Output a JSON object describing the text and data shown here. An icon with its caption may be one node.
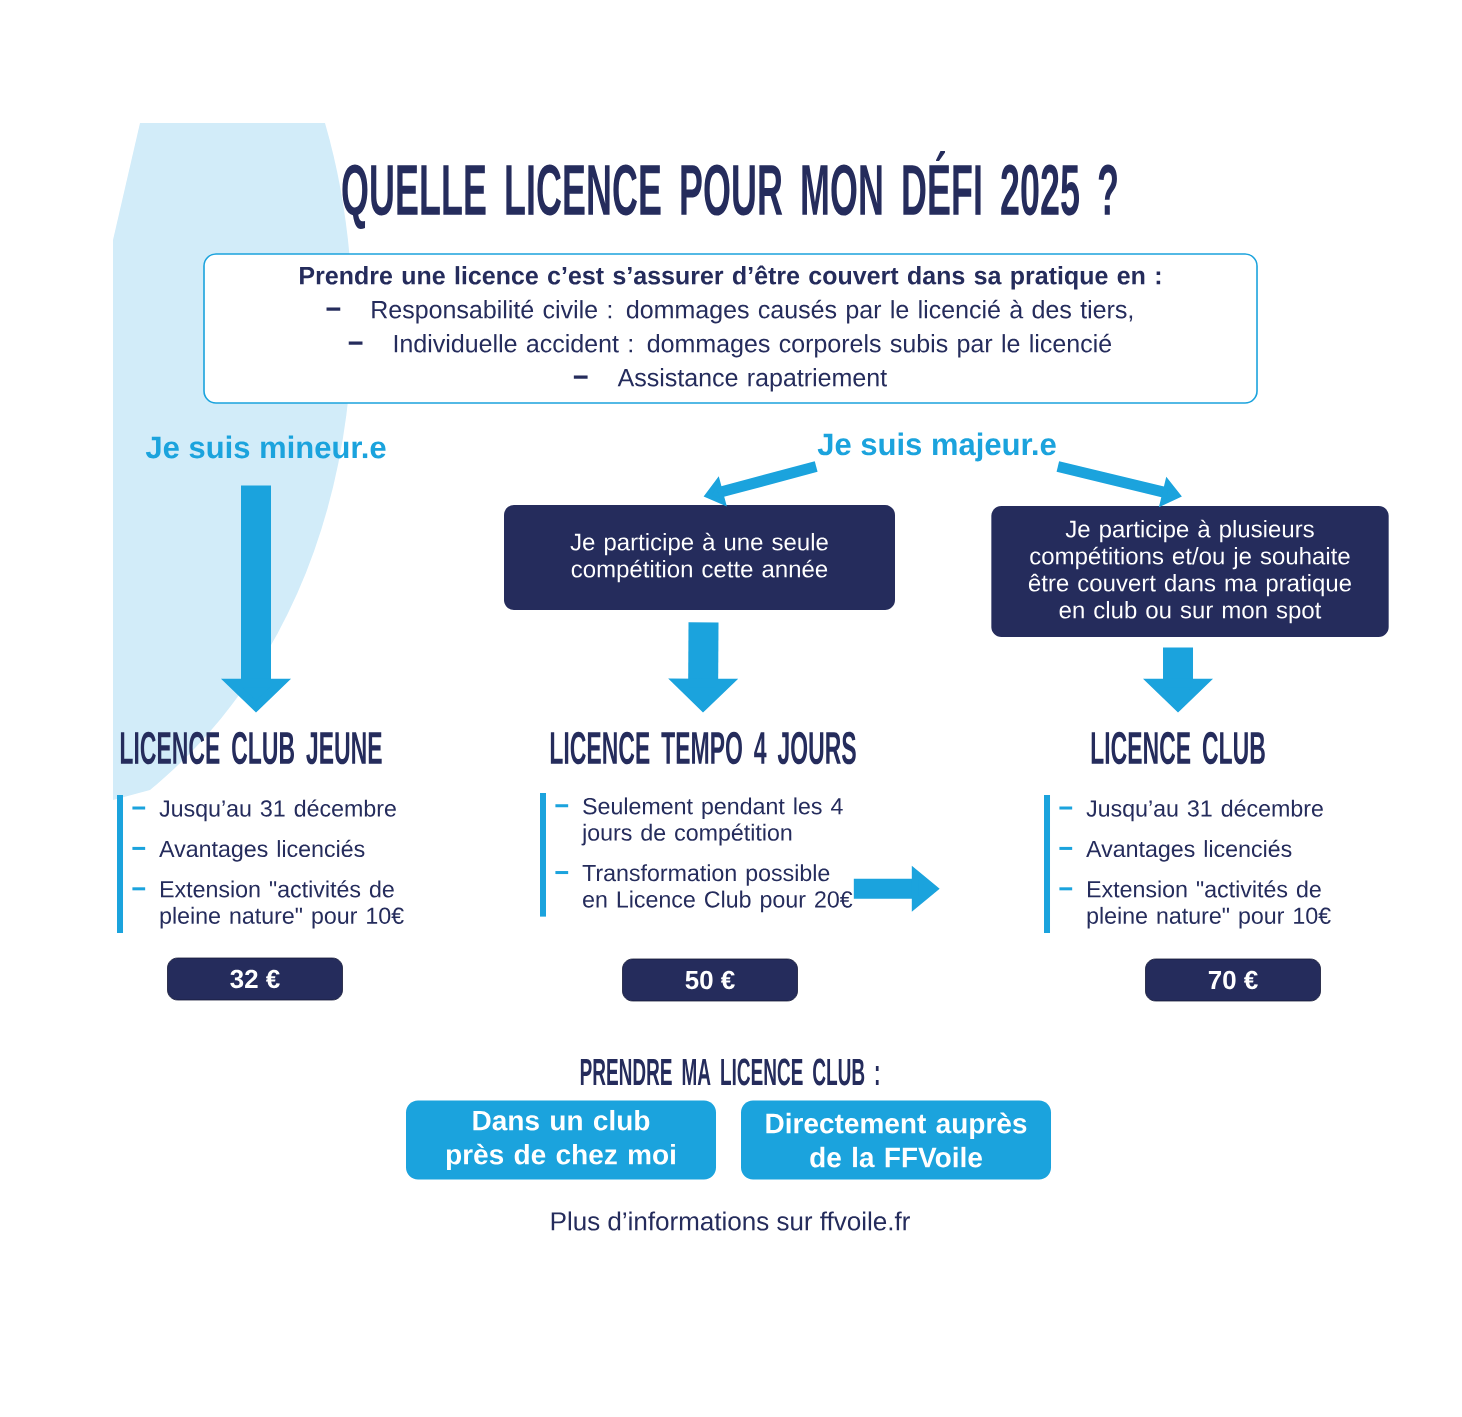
{
  "diagram": {
    "title": "QUELLE LICENCE POUR MON DÉFI 2025 ?",
    "nodes": [
      {
        "text": [
          "Prendre une licence c’est s’assurer d’être couvert dans sa pratique en :",
          "Responsabilité civile : dommages causés par le licencié à des tiers,",
          "Individuelle accident : dommages corporels subis par le licencié",
          "Assistance rapatriement"
        ]
      },
      {
        "text": [
          "Je suis mineur.e"
        ]
      },
      {
        "text": [
          "Je suis majeur.e"
        ]
      },
      {
        "text": [
          "Je participe à une seule compétition cette année"
        ]
      },
      {
        "text": [
          "Je participe à plusieurs compétitions et/ou je souhaite être couvert dans ma pratique en club ou sur mon spot"
        ]
      },
      {
        "text": [
          "LICENCE CLUB JEUNE"
        ]
      },
      {
        "text": [
          "LICENCE TEMPO 4 JOURS"
        ]
      },
      {
        "text": [
          "LICENCE CLUB"
        ]
      },
      {
        "text": [
          "Jusqu’au 31 décembre",
          "Avantages licenciés",
          "Extension \"activités de pleine nature\" pour 10€"
        ]
      },
      {
        "text": [
          "Seulement pendant les 4 jours de compétition",
          "Transformation possible en Licence Club pour 20€"
        ]
      },
      {
        "text": [
          "Jusqu’au 31 décembre",
          "Avantages licenciés",
          "Extension \"activités de pleine nature\" pour 10€"
        ]
      },
      {
        "text": [
          "32 €"
        ]
      },
      {
        "text": [
          "50 €"
        ]
      },
      {
        "text": [
          "70 €"
        ]
      },
      {
        "text": [
          "Dans un club près de chez moi"
        ]
      },
      {
        "text": [
          "Directement auprès de la FFVoile"
        ]
      }
    ],
    "edges": [
      {
        "from": 1,
        "to": 5,
        "arrow": "to"
      },
      {
        "from": 2,
        "to": 3,
        "arrow": "to"
      },
      {
        "from": 2,
        "to": 4,
        "arrow": "to"
      },
      {
        "from": 3,
        "to": 6,
        "arrow": "to"
      },
      {
        "from": 4,
        "to": 7,
        "arrow": "to"
      },
      {
        "from": 9,
        "to": null,
        "arrow": "to"
      }
    ],
    "labels": [
      "PRENDRE MA LICENCE CLUB :",
      "Plus d’informations sur ffvoile.fr"
    ]
  }
}
